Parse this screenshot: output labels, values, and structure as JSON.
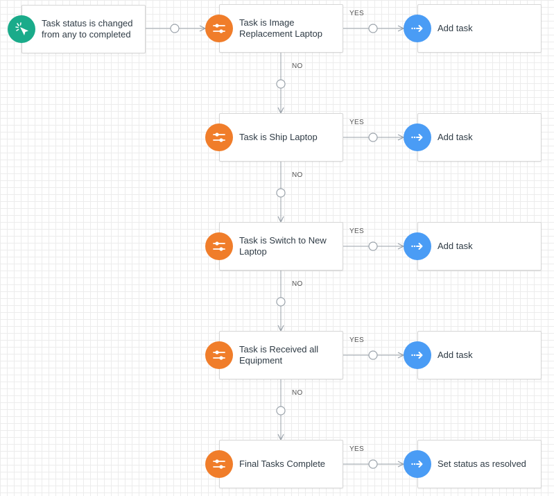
{
  "colors": {
    "trigger": "#1aab8a",
    "condition": "#f07d2a",
    "action": "#4a9cf5",
    "line": "#9aa2aa"
  },
  "icons": {
    "trigger": "trigger-cursor-icon",
    "condition": "filter-sliders-icon",
    "action": "arrow-right-icon"
  },
  "trigger": {
    "label": "Task status is changed from any to completed"
  },
  "steps": [
    {
      "condition": "Task is Image Replacement Laptop",
      "yes_label": "YES",
      "no_label": "NO",
      "action": "Add task"
    },
    {
      "condition": "Task is Ship Laptop",
      "yes_label": "YES",
      "no_label": "NO",
      "action": "Add task"
    },
    {
      "condition": "Task is Switch to New Laptop",
      "yes_label": "YES",
      "no_label": "NO",
      "action": "Add task"
    },
    {
      "condition": "Task is Received all Equipment",
      "yes_label": "YES",
      "no_label": "NO",
      "action": "Add task"
    },
    {
      "condition": "Final Tasks Complete",
      "yes_label": "YES",
      "action": "Set status as resolved"
    }
  ]
}
